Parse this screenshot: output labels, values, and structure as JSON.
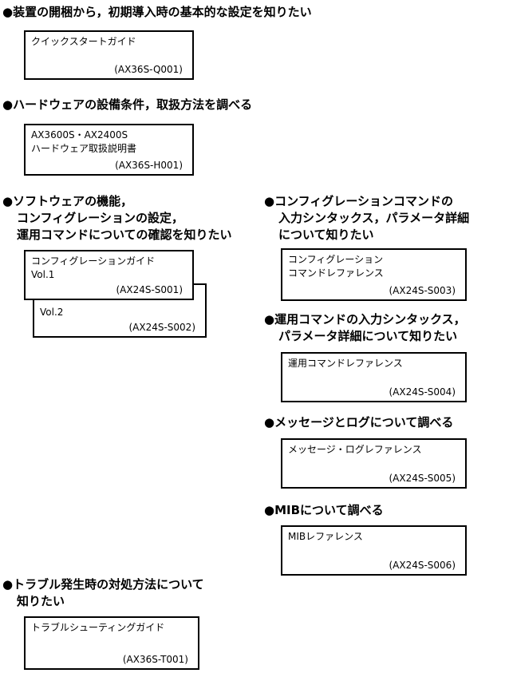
{
  "bullet_symbol": "●",
  "sections": {
    "setup": {
      "heading": [
        "装置の開梱から，初期導入時の基本的な設定を知りたい"
      ],
      "manual": {
        "title": [
          "クイックスタートガイド"
        ],
        "code": "(AX36S-Q001)"
      }
    },
    "hardware": {
      "heading": [
        "ハードウェアの設備条件，取扱方法を調べる"
      ],
      "manual": {
        "title": [
          "AX3600S・AX2400S",
          "ハードウェア取扱説明書"
        ],
        "code": "(AX36S-H001)"
      }
    },
    "software": {
      "heading": [
        "ソフトウェアの機能，",
        "コンフィグレーションの設定，",
        "運用コマンドについての確認を知りたい"
      ],
      "manual_vol1": {
        "title": [
          "コンフィグレーションガイド",
          "Vol.1"
        ],
        "code": "(AX24S-S001)"
      },
      "manual_vol2": {
        "title": [
          "Vol.2"
        ],
        "code": "(AX24S-S002)"
      }
    },
    "trouble": {
      "heading": [
        "トラブル発生時の対処方法について",
        "知りたい"
      ],
      "manual": {
        "title": [
          "トラブルシューティングガイド"
        ],
        "code": "(AX36S-T001)"
      }
    },
    "config_cmd": {
      "heading": [
        "コンフィグレーションコマンドの",
        "入力シンタックス，パラメータ詳細",
        "について知りたい"
      ],
      "manual": {
        "title": [
          "コンフィグレーション",
          "コマンドレファレンス"
        ],
        "code": "(AX24S-S003)"
      }
    },
    "op_cmd": {
      "heading": [
        "運用コマンドの入力シンタックス，",
        "パラメータ詳細について知りたい"
      ],
      "manual": {
        "title": [
          "運用コマンドレファレンス"
        ],
        "code": "(AX24S-S004)"
      }
    },
    "messages": {
      "heading": [
        "メッセージとログについて調べる"
      ],
      "manual": {
        "title": [
          "メッセージ・ログレファレンス"
        ],
        "code": "(AX24S-S005)"
      }
    },
    "mib": {
      "heading": [
        "MIBについて調べる"
      ],
      "manual": {
        "title": [
          "MIBレファレンス"
        ],
        "code": "(AX24S-S006)"
      }
    }
  }
}
